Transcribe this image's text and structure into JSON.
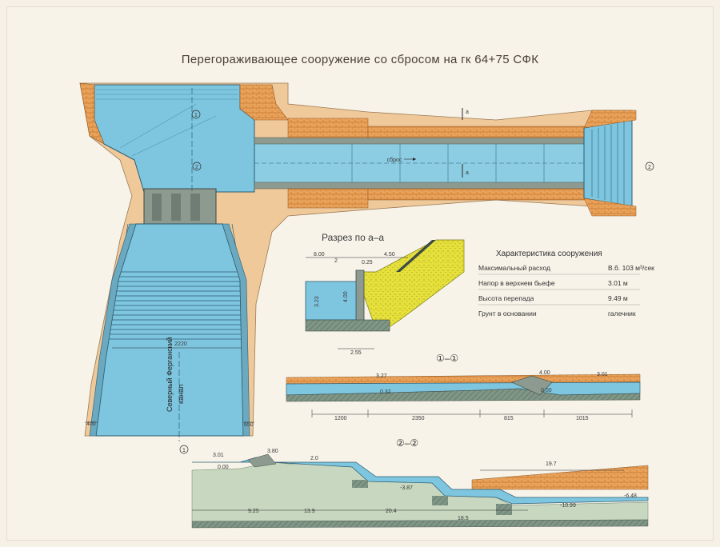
{
  "title": "Перегораживающее сооружение со сбросом на гк 64+75 СФК",
  "plan": {
    "flow_label": "сброс",
    "canal_label_line1": "Северный Ферганский",
    "canal_label_line2": "канал",
    "dim_2220": "2220",
    "dim_400": "400",
    "dim_650": "650",
    "marker_1": "1",
    "marker_2": "2",
    "marker_a": "а"
  },
  "section_aa": {
    "title": "Разрез по а–а",
    "dim_800": "8.00",
    "dim_2": "2",
    "dim_025": "0.25",
    "dim_450": "4.50",
    "dim_323": "3.23",
    "dim_400v": "4.00",
    "dim_255": "2.55"
  },
  "characteristics": {
    "title": "Характеристика сооружения",
    "rows": [
      {
        "label": "Максимальный расход",
        "value": "В.б. 103 м³/сек"
      },
      {
        "label": "Напор в верхнем бьефе",
        "value": "3.01 м"
      },
      {
        "label": "Высота перепада",
        "value": "9.49 м"
      },
      {
        "label": "Грунт в основании",
        "value": "галечник"
      }
    ]
  },
  "section_11": {
    "title": "①–①",
    "elev_327": "3.27",
    "elev_032": "0.32",
    "elev_400": "4.00",
    "elev_000": "0.00",
    "elev_301": "3.01",
    "dims": [
      "1200",
      "2350",
      "815",
      "1015"
    ]
  },
  "section_22": {
    "title": "②–②",
    "elev_301": "3.01",
    "elev_000": "0.00",
    "elev_380": "3.80",
    "elev_20": "2.0",
    "elev_n387": "-3.87",
    "elev_197": "19.7",
    "elev_n1099": "-10.99",
    "elev_n648": "-6.48",
    "dims": [
      "9.25",
      "13.9",
      "20.4",
      "18.5"
    ]
  }
}
